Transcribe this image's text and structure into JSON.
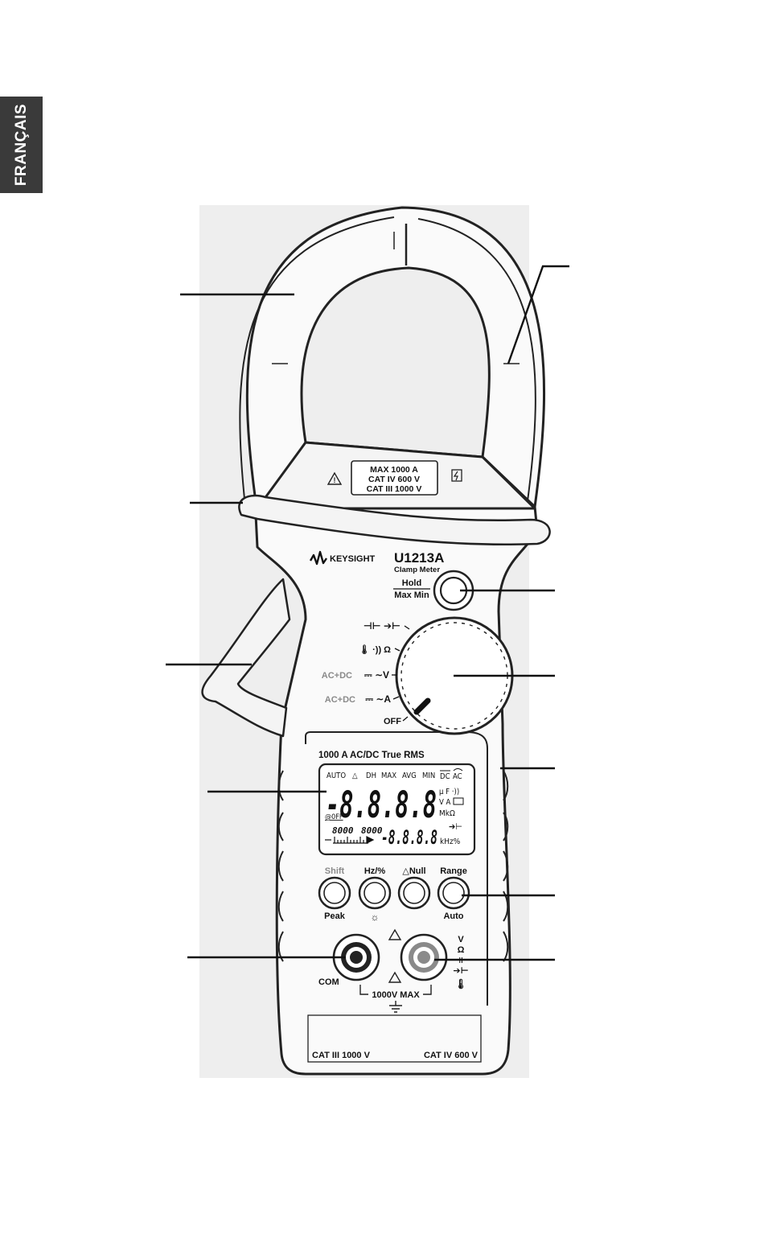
{
  "side_tab": {
    "label": "FRANÇAIS"
  },
  "jaw_plate": {
    "ratings": [
      "MAX 1000 A",
      "CAT IV 600 V",
      "CAT III 1000 V"
    ]
  },
  "brand": {
    "name": "KEYSIGHT",
    "model": "U1213A",
    "subtitle": "Clamp Meter"
  },
  "hold_button": {
    "top": "Hold",
    "bottom": "Max Min"
  },
  "dial": {
    "positions": [
      {
        "symbols": "⊣⊢ ➔⊢"
      },
      {
        "symbols": "🌡 ·)) Ω"
      },
      {
        "prefix": "AC+DC",
        "symbols": "⎓ ∼V"
      },
      {
        "prefix": "AC+DC",
        "symbols": "⎓ ∼A"
      },
      {
        "symbols": "OFF"
      }
    ]
  },
  "display": {
    "title": "1000 A AC/DC True RMS",
    "top_row": [
      "AUTO",
      "△",
      "DH",
      "MAX",
      "AVG",
      "MIN"
    ],
    "dc": "DC",
    "ac": "AC",
    "main_digits": "-8.8.8.8",
    "right_units": [
      "μ F ·))",
      "V A",
      "MkΩ"
    ],
    "apo": "@0FF",
    "mini_left": "8000",
    "mini_right": "8000",
    "sub_digits": "-8.8.8.8",
    "diode": "➔⊢",
    "khz": "kHz%"
  },
  "buttons": [
    {
      "top": "Shift",
      "bottom": "Peak",
      "top_color": "#8a8a8a"
    },
    {
      "top": "Hz/%",
      "bottom": "☼",
      "top_color": "#111111"
    },
    {
      "top": "△Null",
      "bottom": "",
      "top_color": "#111111"
    },
    {
      "top": "Range",
      "bottom": "Auto",
      "top_color": "#111111"
    }
  ],
  "terminals": {
    "com": "COM",
    "right_symbols": [
      "V",
      "Ω",
      "⊣⊢",
      "➔⊢",
      "🌡"
    ],
    "max": "1000V MAX"
  },
  "cat_bar": {
    "left": "CAT III 1000 V",
    "right": "CAT IV 600 V"
  }
}
